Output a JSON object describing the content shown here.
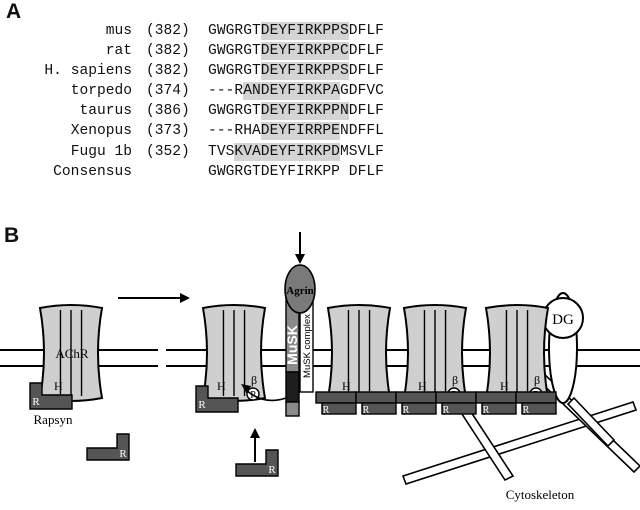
{
  "panel_a": {
    "letter": "A",
    "rows": [
      {
        "species": "mus",
        "position": "(382)",
        "sequence": "GWGRGTDEYFIRKPPSDFLF",
        "highlight": [
          6,
          15
        ]
      },
      {
        "species": "rat",
        "position": "(382)",
        "sequence": "GWGRGTDEYFIRKPPCDFLF",
        "highlight": [
          6,
          15
        ]
      },
      {
        "species": "H. sapiens",
        "position": "(382)",
        "sequence": "GWGRGTDEYFIRKPPSDFLF",
        "highlight": [
          6,
          15
        ]
      },
      {
        "species": "torpedo",
        "position": "(374)",
        "sequence": "---RANDEYFIRKPAGDFVC",
        "highlight": [
          4,
          14
        ]
      },
      {
        "species": "taurus",
        "position": "(386)",
        "sequence": "GWGRGTDEYFIRKPPNDFLF",
        "highlight": [
          6,
          15
        ]
      },
      {
        "species": "Xenopus",
        "position": "(373)",
        "sequence": "---RHADEYFIRRPENDFFL",
        "highlight": [
          6,
          14
        ]
      },
      {
        "species": "Fugu 1b",
        "position": "(352)",
        "sequence": "TVSKVADEYFIRKPDMSVLF",
        "highlight": [
          3,
          14
        ]
      },
      {
        "species": "Consensus",
        "position": "",
        "sequence": "GWGRGTDEYFIRKPP DFLF",
        "highlight": []
      }
    ]
  },
  "panel_b": {
    "letter": "B",
    "labels": {
      "achr": "AChR",
      "rapsyn": "Rapsyn",
      "agrin": "Agrin",
      "musk": "MuSK",
      "musk_complex": "MuSK complex",
      "dg": "DG",
      "cytoskeleton": "Cytoskeleton",
      "h": "H",
      "r": "R",
      "beta": "β",
      "p": "P"
    },
    "colors": {
      "receptor_fill": "#cfcfcf",
      "rapsyn_fill": "#555555",
      "agrin_fill": "#7a7a7a",
      "musk_dark": "#2a2a2a",
      "musk_mid": "#8a8a8a"
    }
  }
}
